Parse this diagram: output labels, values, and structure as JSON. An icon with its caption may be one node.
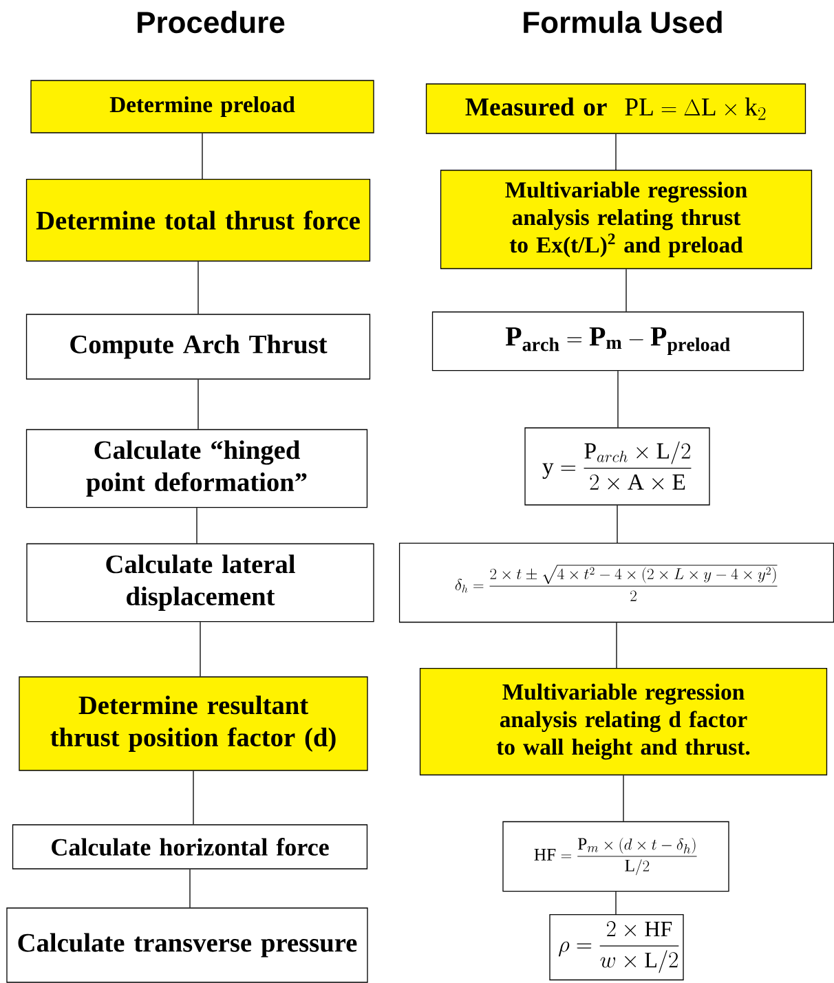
{
  "diagram": {
    "nodes": [
      {
        "text": [
          "Determine preload"
        ]
      },
      {
        "text": [
          "Determine total thrust force"
        ]
      },
      {
        "text": [
          "Compute Arch Thrust"
        ]
      },
      {
        "text": [
          "Calculate “hinged point deformation”"
        ]
      },
      {
        "text": [
          "Calculate lateral displacement"
        ]
      },
      {
        "text": [
          "Determine resultant thrust position factor (d)"
        ]
      },
      {
        "text": [
          "Calculate horizontal force"
        ]
      },
      {
        "text": [
          "Calculate transverse pressure"
        ]
      },
      {
        "text": [
          "Measured or",
          "\\mathrm{PL} = \\Delta \\mathrm{L} \\times \\mathrm{k}_2"
        ]
      },
      {
        "text": [
          "Multivariable regression analysis relating thrust to Ex(t/L)$^{2}$ and preload"
        ]
      },
      {
        "text": [
          "\\mathbf{P_{arch} = P_{m} - P_{preload}}"
        ]
      },
      {
        "text": [
          "\\mathrm{y} = \\frac{\\mathrm{P}_{arch} \\times \\mathrm{L}/2}{2 \\times \\mathrm{A} \\times \\mathrm{E}}"
        ]
      },
      {
        "text": [
          "\\delta_h = \\frac{2 \\times t \\pm \\sqrt{4 \\times t^2 - 4 \\times \\left(2 \\times L \\times y - 4 \\times y^2\\right)}}{2}"
        ]
      },
      {
        "text": [
          "Multivariable regression analysis relating d factor to wall height and thrust."
        ]
      },
      {
        "text": [
          "\\mathrm{HF} = \\frac{\\mathrm{P}_m \\times \\left(d \\times t - \\delta_h\\right)}{\\mathrm{L}/2}"
        ]
      },
      {
        "text": [
          "\\rho = \\frac{2 \\times \\mathrm{HF}}{w \\times \\mathrm{L}/2}"
        ]
      }
    ],
    "edges": [
      {
        "from": 0,
        "to": 1,
        "arrow": "none"
      },
      {
        "from": 1,
        "to": 2,
        "arrow": "none"
      },
      {
        "from": 2,
        "to": 3,
        "arrow": "none"
      },
      {
        "from": 3,
        "to": 4,
        "arrow": "none"
      },
      {
        "from": 4,
        "to": 5,
        "arrow": "none"
      },
      {
        "from": 5,
        "to": 6,
        "arrow": "none"
      },
      {
        "from": 6,
        "to": 7,
        "arrow": "none"
      },
      {
        "from": 8,
        "to": 9,
        "arrow": "none"
      },
      {
        "from": 9,
        "to": 10,
        "arrow": "none"
      },
      {
        "from": 10,
        "to": 11,
        "arrow": "none"
      },
      {
        "from": 11,
        "to": 12,
        "arrow": "none"
      },
      {
        "from": 12,
        "to": 13,
        "arrow": "none"
      },
      {
        "from": 13,
        "to": 14,
        "arrow": "none"
      },
      {
        "from": 14,
        "to": 15,
        "arrow": "none"
      }
    ],
    "labels": [
      "Procedure",
      "Formula Used"
    ]
  }
}
